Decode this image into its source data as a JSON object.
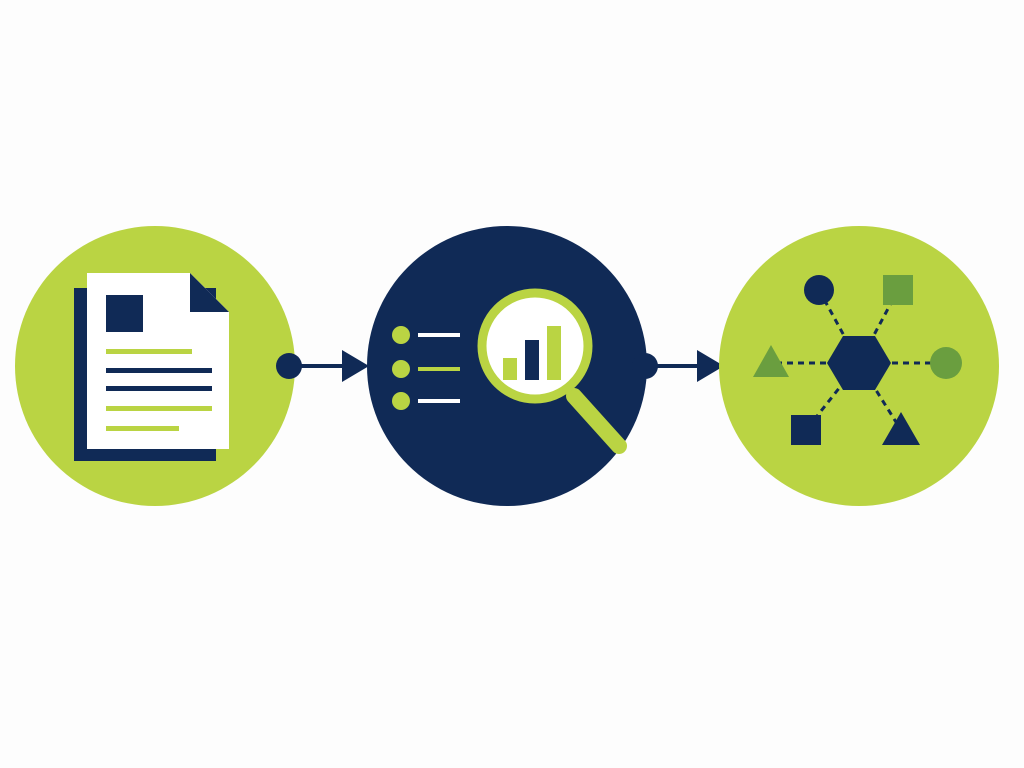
{
  "colors": {
    "background": "#fdfdfd",
    "lime": "#bad443",
    "navy": "#102a56",
    "white": "#ffffff",
    "shape_green": "#6a9e3f"
  },
  "steps": [
    {
      "icon": "document-icon",
      "circle_color": "lime"
    },
    {
      "icon": "magnifier-chart-icon",
      "circle_color": "navy"
    },
    {
      "icon": "network-hexagon-icon",
      "circle_color": "lime"
    }
  ],
  "connectors": [
    {
      "from": 0,
      "to": 1,
      "icon": "arrow-right-icon"
    },
    {
      "from": 1,
      "to": 2,
      "icon": "arrow-right-icon"
    }
  ]
}
